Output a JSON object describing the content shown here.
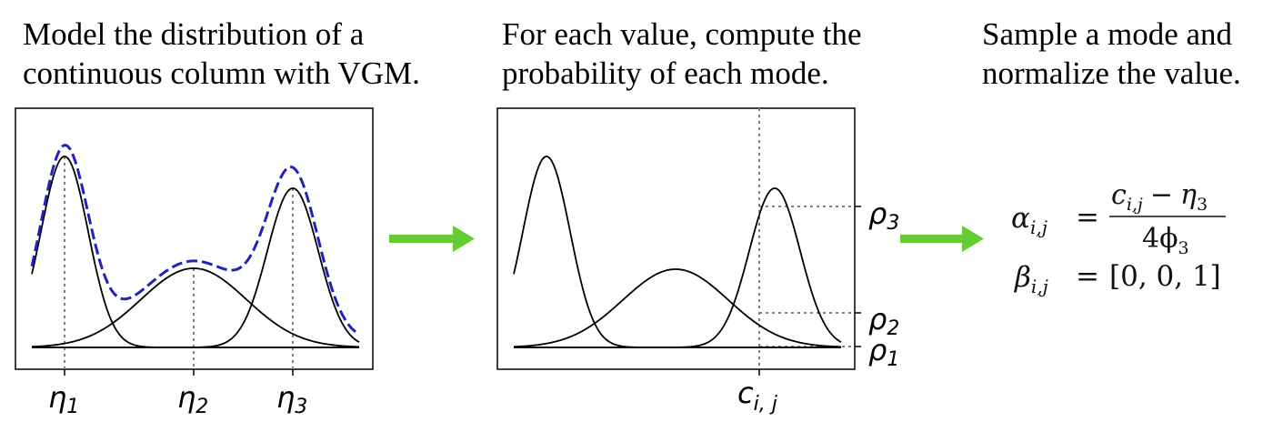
{
  "captions": {
    "step1": [
      "Model the distribution of a",
      "continuous column with VGM."
    ],
    "step2": [
      "For each value, compute the",
      "probability of each mode."
    ],
    "step3": [
      "Sample a mode and",
      "normalize the value."
    ]
  },
  "panel1": {
    "x_ticks": [
      {
        "symbol": "η",
        "sub": "1"
      },
      {
        "symbol": "η",
        "sub": "2"
      },
      {
        "symbol": "η",
        "sub": "3"
      }
    ]
  },
  "panel2": {
    "x_tick": {
      "symbol": "c",
      "sub": "i, j"
    },
    "y_ticks": [
      {
        "symbol": "ρ",
        "sub": "3"
      },
      {
        "symbol": "ρ",
        "sub": "2"
      },
      {
        "symbol": "ρ",
        "sub": "1"
      }
    ]
  },
  "equations": {
    "alpha_lhs": "α",
    "alpha_lhs_sub": "i,j",
    "equals": "=",
    "numerator_c": "c",
    "numerator_c_sub": "i,j",
    "numerator_op": "−",
    "numerator_eta": "η",
    "numerator_eta_sub": "3",
    "denominator": "4ϕ",
    "denominator_sub": "3",
    "beta_lhs": "β",
    "beta_lhs_sub": "i,j",
    "beta_rhs": "[0, 0, 1]"
  },
  "colors": {
    "mixture_dashed": "#2222bb",
    "arrow": "#66cc33",
    "curve": "#000000",
    "guide": "#808080"
  }
}
